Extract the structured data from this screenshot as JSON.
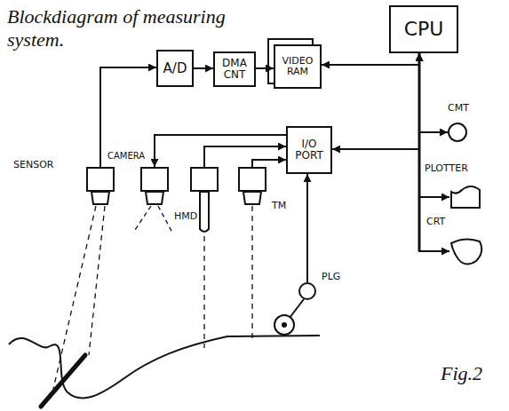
{
  "diagram": {
    "title": "Blockdiagram of measuring system.",
    "caption": "Fig.2",
    "nodes": [
      {
        "text": [
          "CPU"
        ]
      },
      {
        "text": [
          "A/D"
        ]
      },
      {
        "text": [
          "DMA CNT"
        ]
      },
      {
        "text": [
          "VIDEO RAM"
        ]
      },
      {
        "text": [
          "I/O PORT"
        ]
      },
      {
        "text": [
          "SENSOR"
        ]
      },
      {
        "text": [
          "CAMERA"
        ]
      },
      {
        "text": [
          "HMD"
        ]
      },
      {
        "text": [
          "TM"
        ]
      },
      {
        "text": [
          "PLG"
        ]
      },
      {
        "text": [
          "CMT"
        ]
      },
      {
        "text": [
          "PLOTTER"
        ]
      },
      {
        "text": [
          "CRT"
        ]
      }
    ],
    "edges": [
      {
        "from": 5,
        "to": 1,
        "arrow": "to"
      },
      {
        "from": 1,
        "to": 2,
        "arrow": "to"
      },
      {
        "from": 2,
        "to": 3,
        "arrow": "to"
      },
      {
        "from": 3,
        "to": 0,
        "arrow": "both"
      },
      {
        "from": 4,
        "to": 0,
        "arrow": "both"
      },
      {
        "from": 4,
        "to": 6,
        "arrow": "to"
      },
      {
        "from": 7,
        "to": 4,
        "arrow": "to"
      },
      {
        "from": 8,
        "to": 4,
        "arrow": "to"
      },
      {
        "from": 9,
        "to": 4,
        "arrow": "to"
      },
      {
        "from": 0,
        "to": 10,
        "arrow": "both"
      },
      {
        "from": 0,
        "to": 11,
        "arrow": "to"
      },
      {
        "from": 0,
        "to": 12,
        "arrow": "to"
      }
    ]
  }
}
